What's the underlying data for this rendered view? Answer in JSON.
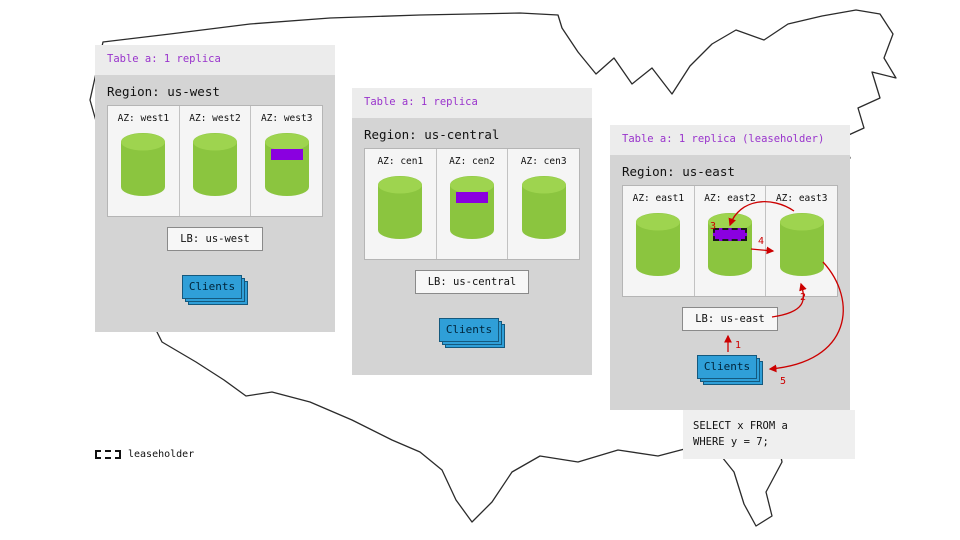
{
  "colors": {
    "cylinder_body": "#8bc53f",
    "cylinder_top": "#9ed44f",
    "replica_purple": "#8a00e0",
    "arrow_red": "#cc0000",
    "clients_blue": "#2f9fd8",
    "table_label_purple": "#9933cc",
    "card_gray": "#d4d4d4"
  },
  "regions": [
    {
      "id": "us-west",
      "table_label": "Table a: 1 replica",
      "region_label": "Region: us-west",
      "azs": [
        {
          "label": "AZ: west1",
          "replica": false,
          "leaseholder": false
        },
        {
          "label": "AZ: west2",
          "replica": false,
          "leaseholder": false
        },
        {
          "label": "AZ: west3",
          "replica": true,
          "leaseholder": false
        }
      ],
      "lb_label": "LB: us-west",
      "clients_label": "Clients"
    },
    {
      "id": "us-central",
      "table_label": "Table a: 1 replica",
      "region_label": "Region: us-central",
      "azs": [
        {
          "label": "AZ: cen1",
          "replica": false,
          "leaseholder": false
        },
        {
          "label": "AZ: cen2",
          "replica": true,
          "leaseholder": false
        },
        {
          "label": "AZ: cen3",
          "replica": false,
          "leaseholder": false
        }
      ],
      "lb_label": "LB: us-central",
      "clients_label": "Clients"
    },
    {
      "id": "us-east",
      "table_label": "Table a: 1 replica (leaseholder)",
      "region_label": "Region: us-east",
      "azs": [
        {
          "label": "AZ: east1",
          "replica": false,
          "leaseholder": false
        },
        {
          "label": "AZ: east2",
          "replica": true,
          "leaseholder": true
        },
        {
          "label": "AZ: east3",
          "replica": false,
          "leaseholder": false
        }
      ],
      "lb_label": "LB: us-east",
      "clients_label": "Clients"
    }
  ],
  "flow_labels": [
    "1",
    "2",
    "3",
    "4",
    "5"
  ],
  "query": {
    "lines": [
      "SELECT x FROM a",
      "WHERE y = 7;"
    ]
  },
  "legend": {
    "label": "leaseholder"
  }
}
